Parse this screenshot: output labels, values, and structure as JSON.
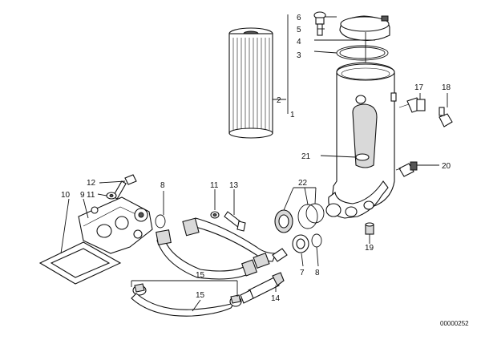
{
  "diagram": {
    "code": "00000252",
    "callouts": [
      {
        "id": "c1",
        "text": "1"
      },
      {
        "id": "c2",
        "text": "2"
      },
      {
        "id": "c3",
        "text": "3"
      },
      {
        "id": "c4",
        "text": "4"
      },
      {
        "id": "c5",
        "text": "5"
      },
      {
        "id": "c6",
        "text": "6"
      },
      {
        "id": "c7",
        "text": "7"
      },
      {
        "id": "c8a",
        "text": "8"
      },
      {
        "id": "c8b",
        "text": "8"
      },
      {
        "id": "c8c",
        "text": "8"
      },
      {
        "id": "c9",
        "text": "9"
      },
      {
        "id": "c10",
        "text": "10"
      },
      {
        "id": "c11a",
        "text": "11"
      },
      {
        "id": "c11b",
        "text": "11"
      },
      {
        "id": "c12",
        "text": "12"
      },
      {
        "id": "c13",
        "text": "13"
      },
      {
        "id": "c14",
        "text": "14"
      },
      {
        "id": "c15a",
        "text": "15"
      },
      {
        "id": "c15b",
        "text": "15"
      },
      {
        "id": "c17",
        "text": "17"
      },
      {
        "id": "c18",
        "text": "18"
      },
      {
        "id": "c19",
        "text": "19"
      },
      {
        "id": "c20",
        "text": "20"
      },
      {
        "id": "c21",
        "text": "21"
      },
      {
        "id": "c22",
        "text": "22"
      }
    ]
  }
}
